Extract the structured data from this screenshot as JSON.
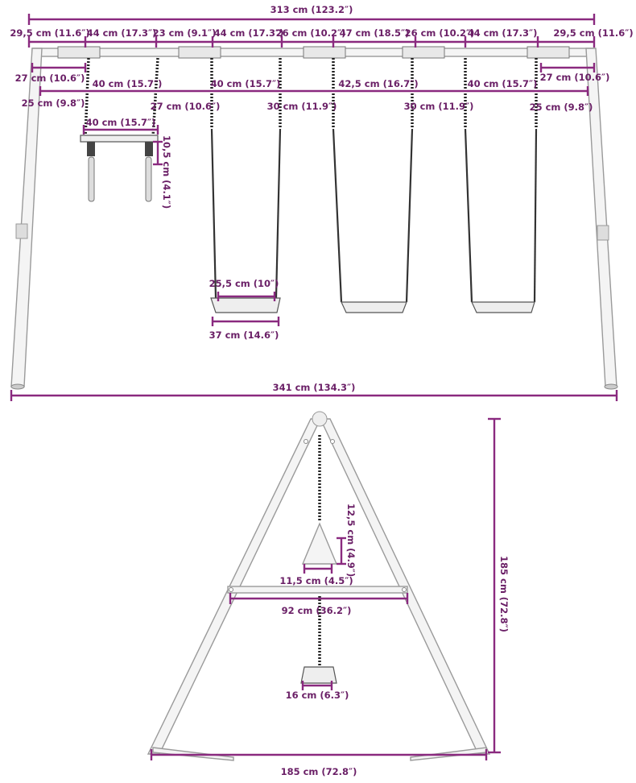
{
  "diagram": {
    "front_view": {
      "total_top": "313 cm (123.2″)",
      "total_width": "341 cm (134.3″)",
      "segments_top": [
        "29,5 cm (11.6″)",
        "44 cm (17.3″)",
        "23 cm (9.1″)",
        "44 cm (17.3″)",
        "26 cm (10.2″)",
        "47 cm (18.5″)",
        "26 cm (10.2″)",
        "44 cm (17.3″)",
        "29,5 cm (11.6″)"
      ],
      "left_end": "27 cm (10.6″)",
      "right_end": "27 cm (10.6″)",
      "spacing_row": [
        "40 cm (15.7″)",
        "40 cm (15.7″)",
        "42,5 cm (16.7″)",
        "40 cm (15.7″)"
      ],
      "lower_row": [
        "25 cm (9.8″)",
        "27 cm (10.6″)",
        "30 cm (11.9″)",
        "30 cm (11.9″)",
        "25 cm (9.8″)"
      ],
      "trapeze_width": "40 cm (15.7″)",
      "trapeze_height": "10,5 cm (4.1″)",
      "seat_inner": "25,5 cm (10″)",
      "seat_outer": "37 cm (14.6″)"
    },
    "side_view": {
      "height": "185 cm (72.8″)",
      "base_width": "185 cm (72.8″)",
      "crossbar": "92 cm (36.2″)",
      "ring_height": "12,5 cm (4.9″)",
      "ring_width": "11,5 cm (4.5″)",
      "seat_width": "16 cm (6.3″)"
    }
  }
}
